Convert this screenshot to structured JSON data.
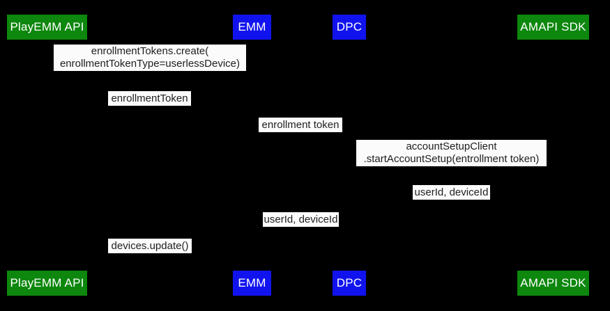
{
  "diagram": {
    "type": "sequence-diagram",
    "background": "#000000",
    "colors": {
      "actor_green": "#0d870d",
      "actor_blue": "#1113ee",
      "actor_text": "#ffffff",
      "message_label_bg": "#fbfbfb",
      "message_label_text": "#1e1e1e"
    },
    "actors": {
      "playemm_api": {
        "label": "PlayEMM API",
        "color": "#0d870d"
      },
      "emm": {
        "label": "EMM",
        "color": "#1113ee"
      },
      "dpc": {
        "label": "DPC",
        "color": "#1113ee"
      },
      "amapi_sdk": {
        "label": "AMAPI SDK",
        "color": "#0d870d"
      }
    },
    "messages": {
      "enrollment_tokens_create": {
        "line1": "enrollmentTokens.create(",
        "line2": "enrollmentTokenType=userlessDevice)"
      },
      "enrollment_token_camel": {
        "line1": "enrollmentToken"
      },
      "enrollment_token_spaced": {
        "line1": "enrollment token"
      },
      "account_setup": {
        "line1": "accountSetupClient",
        "line2": ".startAccountSetup(entrollment token)"
      },
      "user_id_device_id_right": {
        "line1": "userId, deviceId"
      },
      "user_id_device_id_middle": {
        "line1": "userId, deviceId"
      },
      "devices_update": {
        "line1": "devices.update()"
      }
    }
  }
}
